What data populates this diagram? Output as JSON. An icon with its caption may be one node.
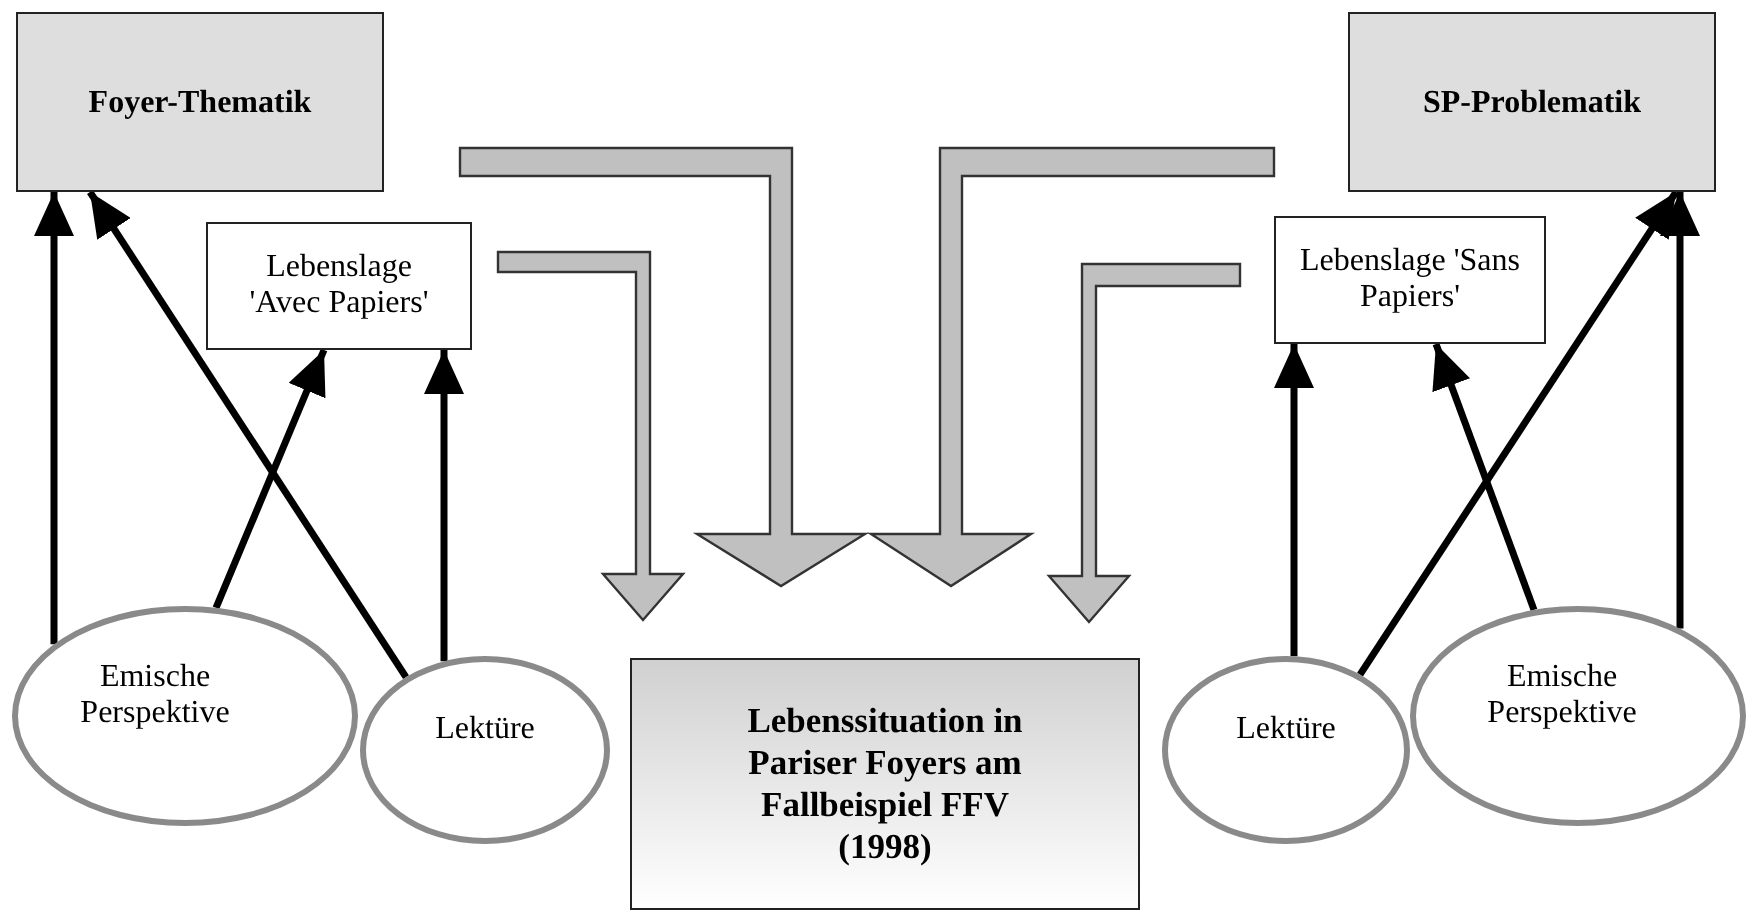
{
  "diagram": {
    "nodes": [
      {
        "text": [
          "Foyer-Thematik"
        ]
      },
      {
        "text": [
          "Lebenslage 'Avec Papiers'"
        ]
      },
      {
        "text": [
          "Emische Perspektive"
        ]
      },
      {
        "text": [
          "Lektüre"
        ]
      },
      {
        "text": [
          "Lebenssituation in Pariser Foyers am Fallbeispiel FFV (1998)"
        ]
      },
      {
        "text": [
          "SP-Problematik"
        ]
      },
      {
        "text": [
          "Lebenslage 'Sans Papiers'"
        ]
      },
      {
        "text": [
          "Lektüre"
        ]
      },
      {
        "text": [
          "Emische Perspektive"
        ]
      }
    ],
    "edges": [
      {
        "from": 2,
        "to": 0,
        "arrow": "to"
      },
      {
        "from": 3,
        "to": 0,
        "arrow": "to"
      },
      {
        "from": 2,
        "to": 1,
        "arrow": "to"
      },
      {
        "from": 3,
        "to": 1,
        "arrow": "to"
      },
      {
        "from": 7,
        "to": 6,
        "arrow": "to"
      },
      {
        "from": 7,
        "to": 5,
        "arrow": "to"
      },
      {
        "from": 8,
        "to": 6,
        "arrow": "to"
      },
      {
        "from": 8,
        "to": 5,
        "arrow": "to"
      },
      {
        "from": 0,
        "to": 4,
        "arrow": "to",
        "style": "thick",
        "color": "#c0c0c0"
      },
      {
        "from": 1,
        "to": 4,
        "arrow": "to",
        "style": "thick",
        "color": "#c0c0c0"
      },
      {
        "from": 5,
        "to": 4,
        "arrow": "to",
        "style": "thick",
        "color": "#c0c0c0"
      },
      {
        "from": 6,
        "to": 4,
        "arrow": "to",
        "style": "thick",
        "color": "#c0c0c0"
      }
    ]
  }
}
